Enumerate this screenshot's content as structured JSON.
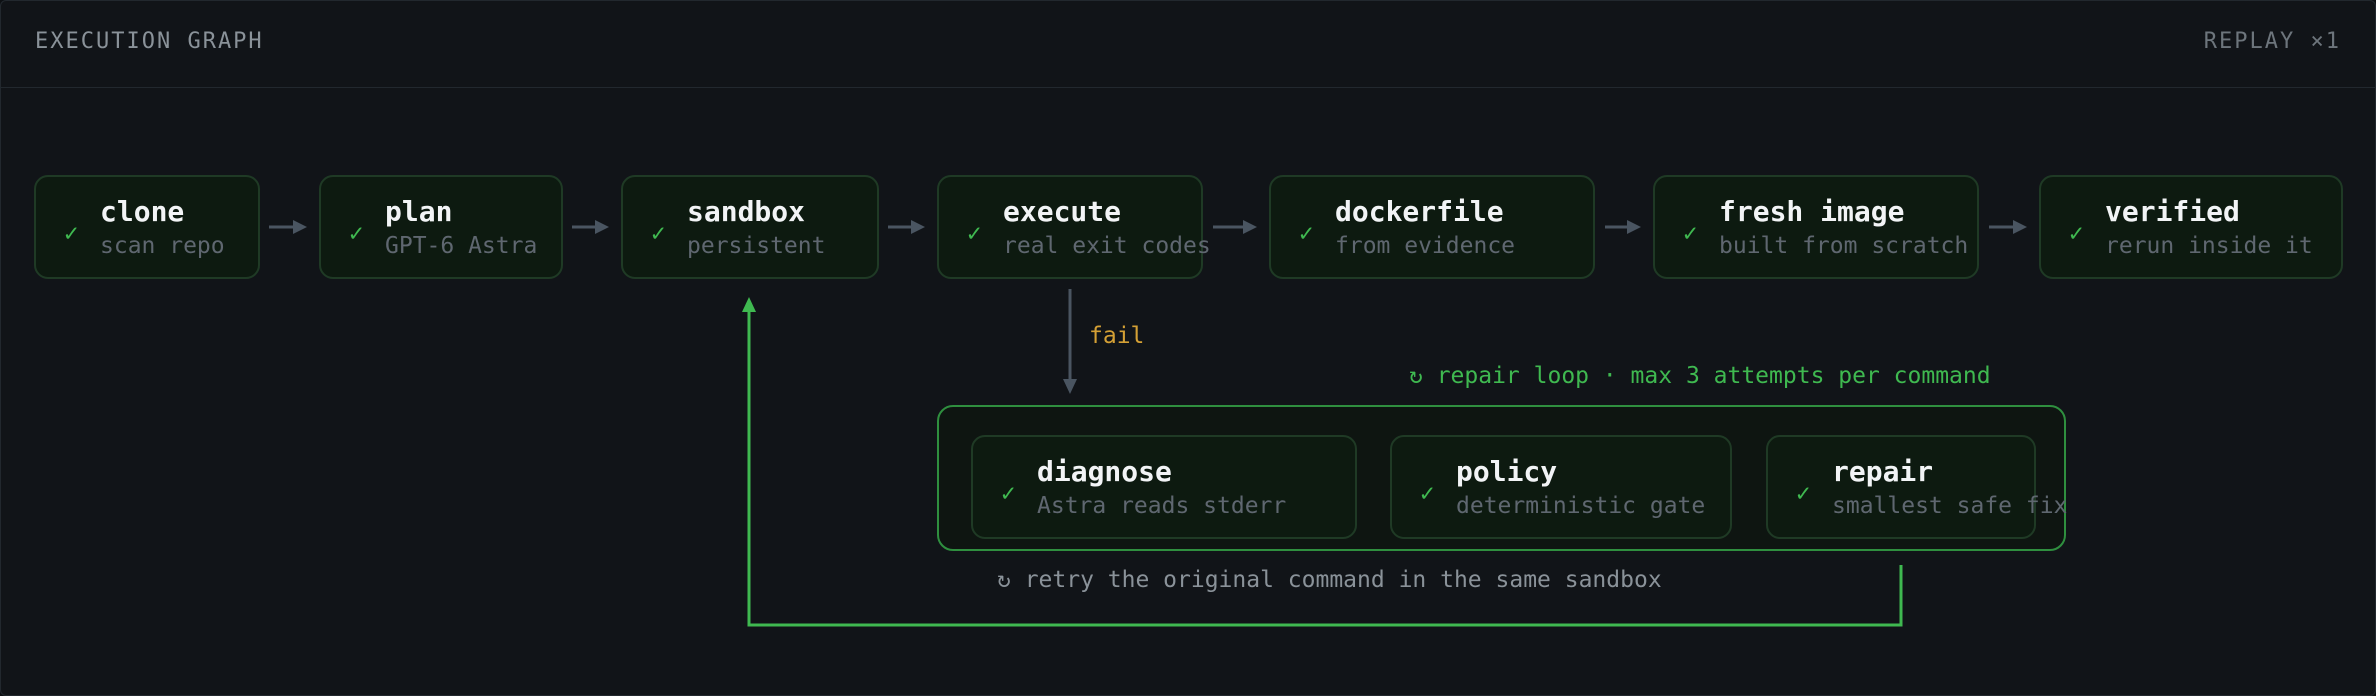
{
  "header": {
    "title": "EXECUTION GRAPH",
    "replay": "REPLAY ×1"
  },
  "check_glyph": "✓",
  "pipeline": [
    {
      "name": "clone",
      "sub": "scan repo"
    },
    {
      "name": "plan",
      "sub": "GPT-6 Astra"
    },
    {
      "name": "sandbox",
      "sub": "persistent"
    },
    {
      "name": "execute",
      "sub": "real exit codes"
    },
    {
      "name": "dockerfile",
      "sub": "from evidence"
    },
    {
      "name": "fresh image",
      "sub": "built from scratch"
    },
    {
      "name": "verified",
      "sub": "rerun inside it"
    }
  ],
  "repair_loop": {
    "label": "↻ repair loop · max 3 attempts per command",
    "fail_label": "fail",
    "retry_label": "↻ retry the original command in the same sandbox",
    "nodes": [
      {
        "name": "diagnose",
        "sub": "Astra reads stderr"
      },
      {
        "name": "policy",
        "sub": "deterministic gate"
      },
      {
        "name": "repair",
        "sub": "smallest safe fix"
      }
    ]
  },
  "colors": {
    "background": "#111418",
    "node_border": "#1f3a25",
    "accent_green": "#3fb950",
    "fail_amber": "#d4a035",
    "connector_gray": "#4a5561"
  }
}
